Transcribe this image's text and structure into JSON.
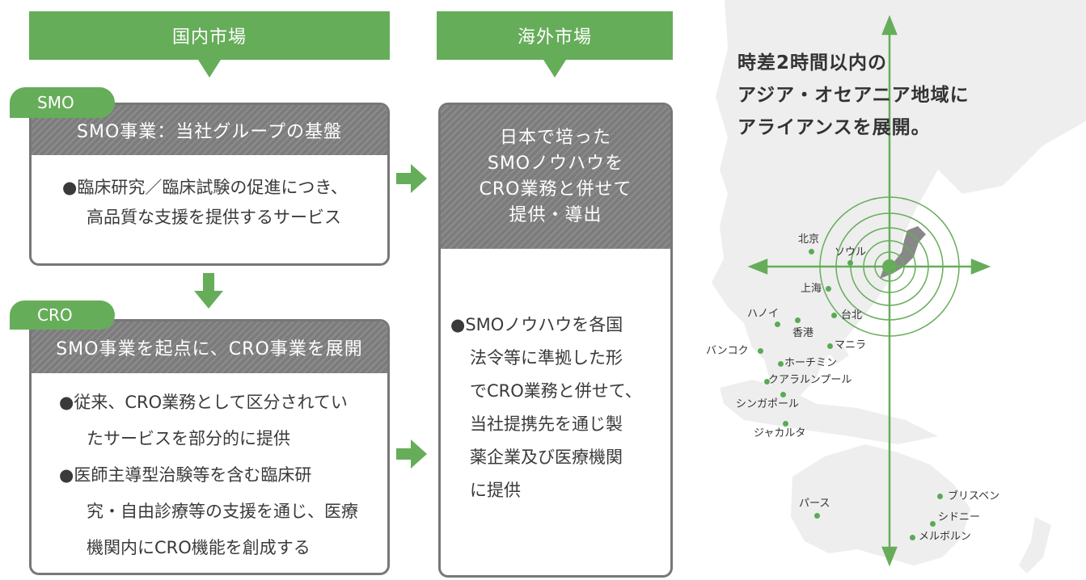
{
  "domestic": {
    "header": "国内市場",
    "smo": {
      "pill": "SMO",
      "title": "SMO事業：当社グループの基盤",
      "body": [
        "●臨床研究／臨床試験の促進につき、",
        "高品質な支援を提供するサービス"
      ]
    },
    "cro": {
      "pill": "CRO",
      "title": "SMO事業を起点に、CRO事業を展開",
      "body": [
        "●従来、CRO業務として区分されてい",
        "たサービスを部分的に提供",
        "●医師主導型治験等を含む臨床研",
        "究・自由診療等の支援を通じ、医療",
        "機関内にCRO機能を創成する"
      ]
    }
  },
  "overseas": {
    "header": "海外市場",
    "title": [
      "日本で培った",
      "SMOノウハウを",
      "CRO業務と併せて",
      "提供・導出"
    ],
    "body": [
      "●SMOノウハウを各国",
      "法令等に準拠した形",
      "でCRO業務と併せて、",
      "当社提携先を通じ製",
      "薬企業及び医療機関",
      "に提供"
    ]
  },
  "map": {
    "caption": [
      "時差2時間以内の",
      "アジア・オセアニア地域に",
      "アライアンスを展開。"
    ],
    "cities": [
      "北京",
      "ソウル",
      "上海",
      "台北",
      "ハノイ",
      "香港",
      "マニラ",
      "バンコク",
      "ホーチミン",
      "クアラルンプール",
      "シンガポール",
      "ジャカルタ",
      "パース",
      "ブリスベン",
      "シドニー",
      "メルボルン"
    ]
  },
  "colors": {
    "accent_green": "#66ad5a",
    "card_gray": "#7c7c7c",
    "map_land": "#eeeeee"
  }
}
